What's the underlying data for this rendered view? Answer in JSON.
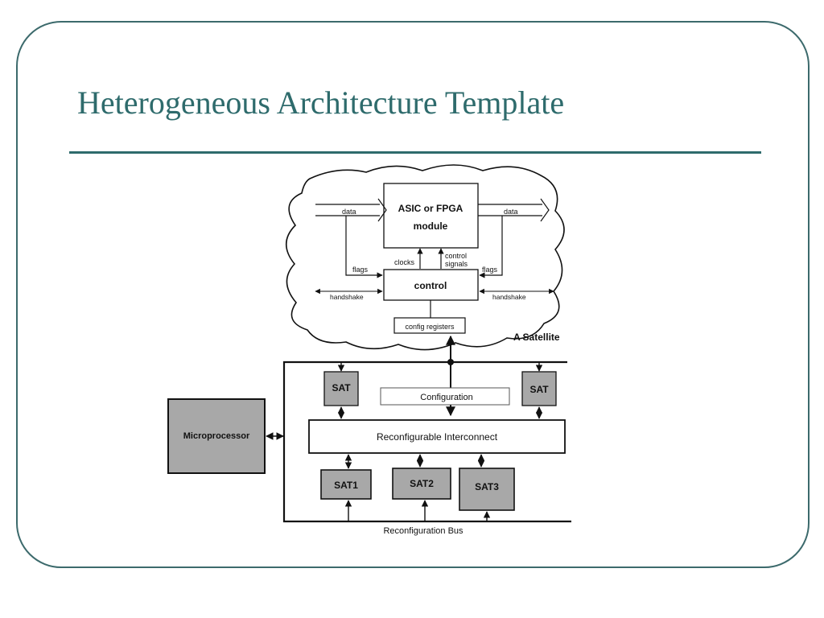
{
  "slide": {
    "title": "Heterogeneous Architecture Template"
  },
  "diagram": {
    "satellite_caption": "A Satellite",
    "asic_module_line1": "ASIC or FPGA",
    "asic_module_line2": "module",
    "data_in": "data",
    "data_out": "data",
    "flags_left": "flags",
    "flags_right": "flags",
    "clocks": "clocks",
    "control_signals_line1": "control",
    "control_signals_line2": "signals",
    "control_block": "control",
    "handshake_left": "handshake",
    "handshake_right": "handshake",
    "config_registers": "config registers",
    "sat_left": "SAT",
    "sat_right": "SAT",
    "configuration": "Configuration",
    "microprocessor": "Microprocessor",
    "interconnect": "Reconfigurable Interconnect",
    "sat1": "SAT1",
    "sat2": "SAT2",
    "sat3": "SAT3",
    "reconfiguration_bus": "Reconfiguration Bus"
  }
}
